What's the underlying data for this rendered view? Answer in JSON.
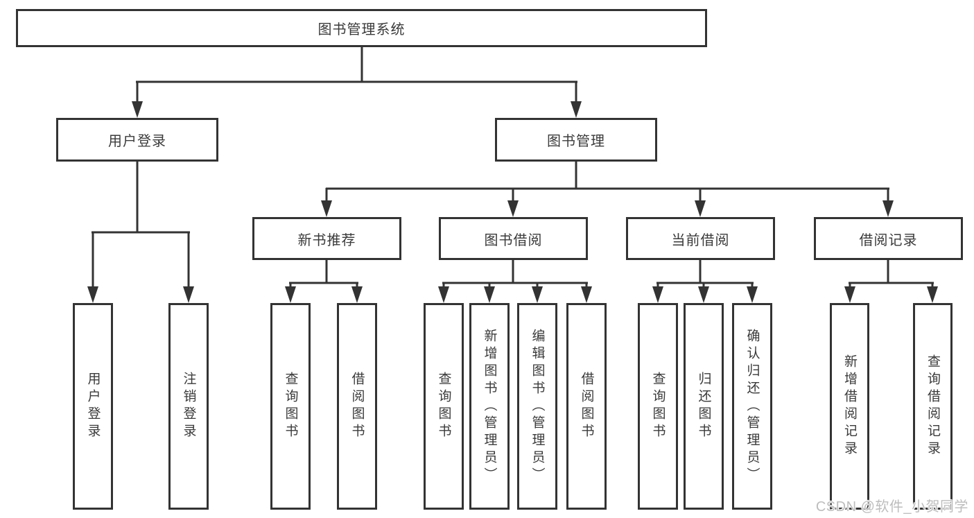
{
  "diagram": {
    "type": "hierarchy-tree",
    "colors": {
      "line": "#333333",
      "box_border": "#333333",
      "text": "#3a3a3a",
      "background": "#ffffff",
      "watermark": "#bdbdbd"
    },
    "nodes": {
      "root": {
        "label": "图书管理系统"
      },
      "level2": [
        {
          "label": "用户登录",
          "parent": "图书管理系统"
        },
        {
          "label": "图书管理",
          "parent": "图书管理系统"
        }
      ],
      "level3": [
        {
          "label": "新书推荐",
          "parent": "图书管理"
        },
        {
          "label": "图书借阅",
          "parent": "图书管理"
        },
        {
          "label": "当前借阅",
          "parent": "图书管理"
        },
        {
          "label": "借阅记录",
          "parent": "图书管理"
        }
      ],
      "leaves": [
        {
          "label": "用户登录",
          "parent": "用户登录"
        },
        {
          "label": "注销登录",
          "parent": "用户登录"
        },
        {
          "label": "查询图书",
          "parent": "新书推荐"
        },
        {
          "label": "借阅图书",
          "parent": "新书推荐"
        },
        {
          "label": "查询图书",
          "parent": "图书借阅"
        },
        {
          "label": "新增图书（管理员）",
          "parent": "图书借阅"
        },
        {
          "label": "编辑图书（管理员）",
          "parent": "图书借阅"
        },
        {
          "label": "借阅图书",
          "parent": "图书借阅"
        },
        {
          "label": "查询图书",
          "parent": "当前借阅"
        },
        {
          "label": "归还图书",
          "parent": "当前借阅"
        },
        {
          "label": "确认归还（管理员）",
          "parent": "当前借阅"
        },
        {
          "label": "新增借阅记录",
          "parent": "借阅记录"
        },
        {
          "label": "查询借阅记录",
          "parent": "借阅记录"
        }
      ]
    },
    "watermark": "CSDN @软件_小贺同学"
  }
}
